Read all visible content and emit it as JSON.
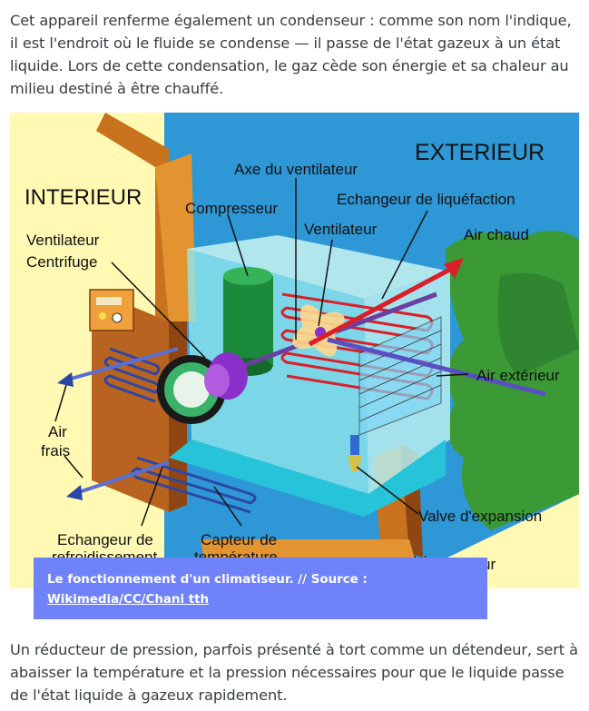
{
  "paragraphs": {
    "intro": "Cet appareil renferme également un condenseur : comme son nom l'indique, il est l'endroit où le fluide se condense — il passe de l'état gazeux à un état liquide. Lors de cette condensation, le gaz cède son énergie et sa chaleur au milieu destiné à être chauffé.",
    "outro": "Un réducteur de pression, parfois présenté à tort comme un détendeur, sert à abaisser la température et la pression nécessaires pour que le liquide passe de l'état liquide à gazeux rapidement."
  },
  "figure": {
    "labels": {
      "exterieur": "EXTERIEUR",
      "interieur": "INTERIEUR",
      "axe_ventilateur": "Axe du ventilateur",
      "compresseur": "Compresseur",
      "echangeur_liquefaction": "Echangeur de liquéfaction",
      "ventilateur": "Ventilateur",
      "air_chaud": "Air chaud",
      "ventilateur_centrifuge_1": "Ventilateur",
      "ventilateur_centrifuge_2": "Centrifuge",
      "air_exterieur": "Air extérieur",
      "air_frais_1": "Air",
      "air_frais_2": "frais",
      "valve_expansion": "Valve d'expansion",
      "echangeur_refroidissement_1": "Echangeur de",
      "echangeur_refroidissement_2": "refroidissement",
      "capteur_temperature_1": "Capteur de",
      "capteur_temperature_2": "température",
      "partial_right": "ur",
      "partial_left": "·ı ·ı ·"
    },
    "colors": {
      "sky": "#2e97d6",
      "wall": "#fff9b3",
      "brick": "#c87a2e",
      "refrigerant_hot": "#d9202a",
      "refrigerant_cold": "#2c46a6"
    }
  },
  "caption": {
    "text": "Le fonctionnement d'un climatiseur. // Source :",
    "link": "Wikimedia/CC/Chani tth"
  }
}
